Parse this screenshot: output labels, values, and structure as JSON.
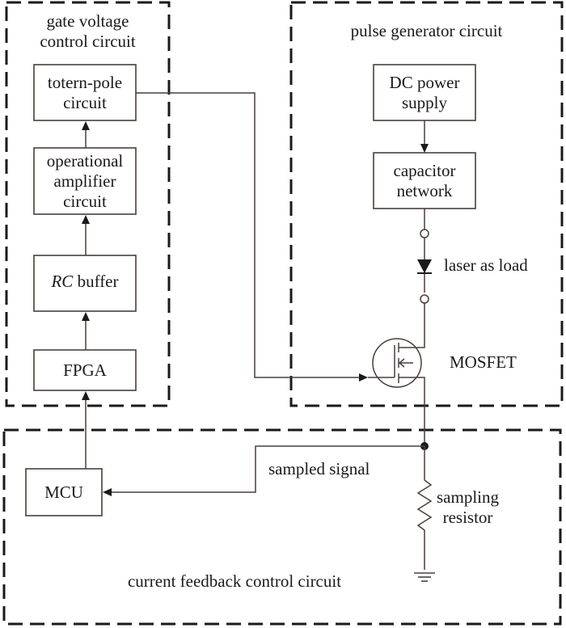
{
  "regions": {
    "gate_voltage": {
      "title_line1": "gate voltage",
      "title_line2": "control circuit"
    },
    "pulse_generator": {
      "title": "pulse generator circuit"
    },
    "current_feedback": {
      "title": "current feedback control circuit"
    }
  },
  "blocks": {
    "totem_pole": {
      "line1": "totern-pole",
      "line2": "circuit"
    },
    "op_amp": {
      "line1": "operational",
      "line2": "amplifier",
      "line3": "circuit"
    },
    "rc_buffer": {
      "italic": "RC",
      "rest": " buffer"
    },
    "fpga": {
      "label": "FPGA"
    },
    "dc_power": {
      "line1": "DC power",
      "line2": "supply"
    },
    "capacitor": {
      "line1": "capacitor",
      "line2": "network"
    },
    "mcu": {
      "label": "MCU"
    }
  },
  "components": {
    "laser": {
      "label": "laser as load"
    },
    "mosfet": {
      "label": "MOSFET"
    },
    "resistor": {
      "line1": "sampling",
      "line2": "resistor"
    },
    "signal": {
      "label": "sampled signal"
    }
  }
}
